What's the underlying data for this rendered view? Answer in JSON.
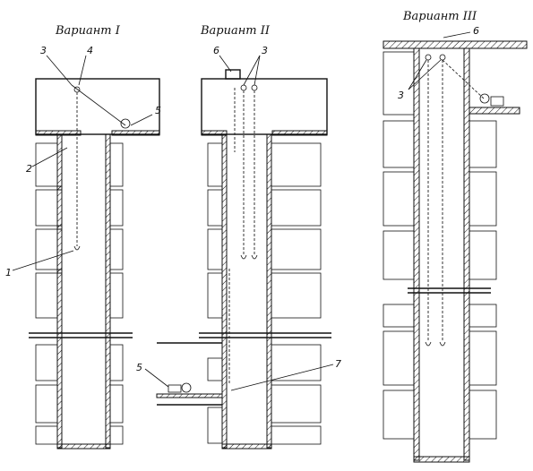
{
  "variants": [
    {
      "title": "Вариант I",
      "labels": [
        "3",
        "4",
        "5",
        "2",
        "1"
      ]
    },
    {
      "title": "Вариант II",
      "labels": [
        "6",
        "3",
        "7",
        "5"
      ]
    },
    {
      "title": "Вариант III",
      "labels": [
        "6",
        "3"
      ]
    }
  ]
}
